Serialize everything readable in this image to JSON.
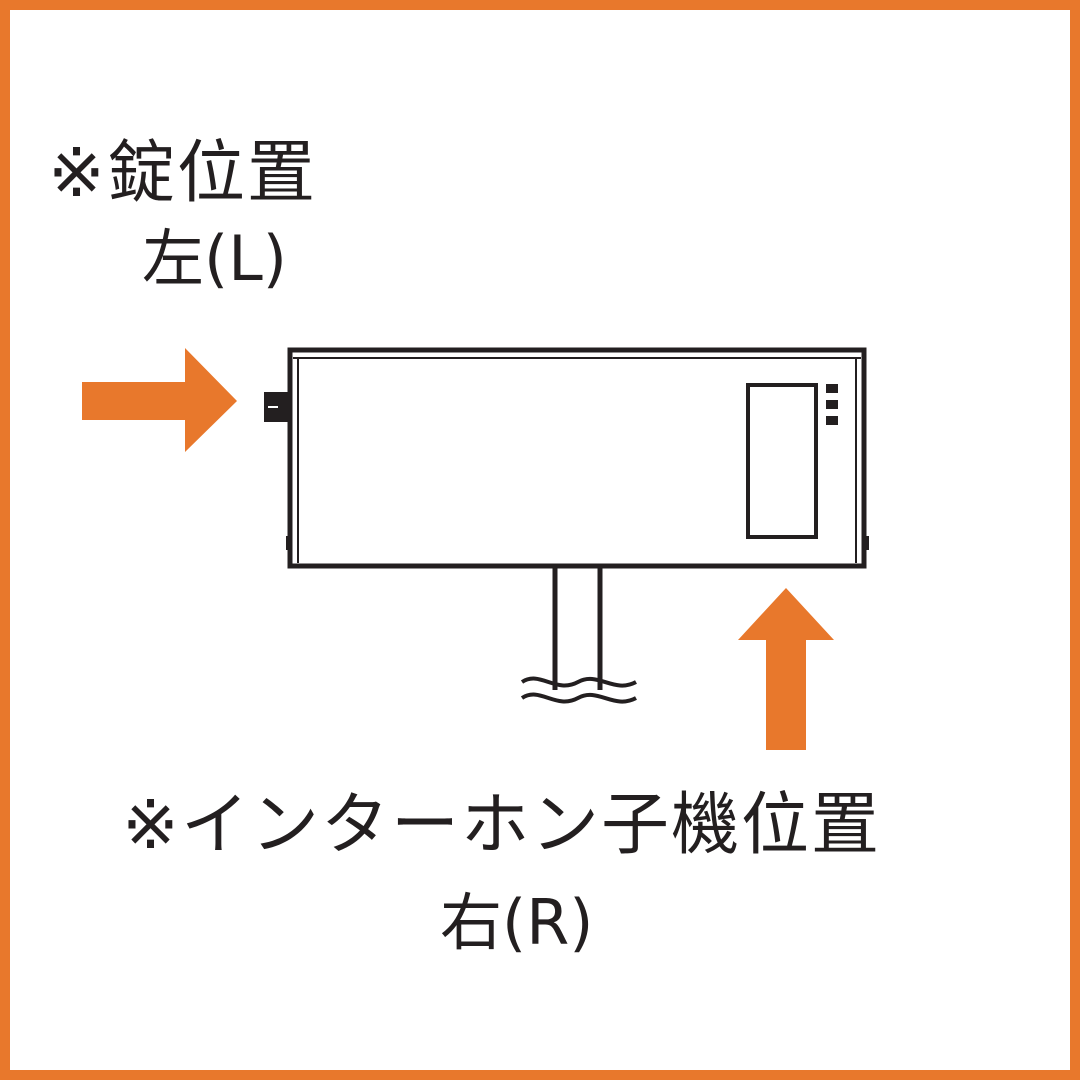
{
  "labels": {
    "lock_title": "※錠位置",
    "lock_side": "左(L)",
    "intercom_title": "※インターホン子機位置",
    "intercom_side": "右(R)"
  },
  "colors": {
    "accent": "#e8782c",
    "line": "#231f20",
    "background": "#ffffff"
  }
}
